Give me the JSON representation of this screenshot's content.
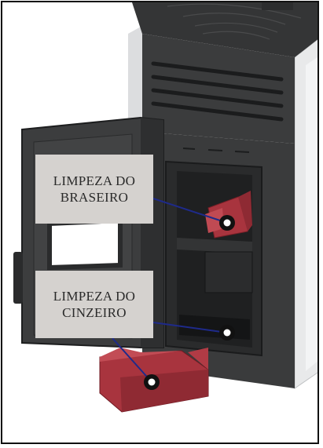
{
  "callouts": {
    "braseiro": {
      "line1": "LIMPEZA DO",
      "line2": "BRASEIRO"
    },
    "cinzeiro": {
      "line1": "LIMPEZA DO",
      "line2": "CINZEIRO"
    }
  },
  "colors": {
    "stove_body": "#3a3b3c",
    "stove_dark": "#1f2021",
    "side_panel": "#e6e7e8",
    "red_part": "#a8343e",
    "leader_line": "#1e2a8a",
    "callout_bg": "#d5d2cf",
    "marker": "#111111"
  }
}
